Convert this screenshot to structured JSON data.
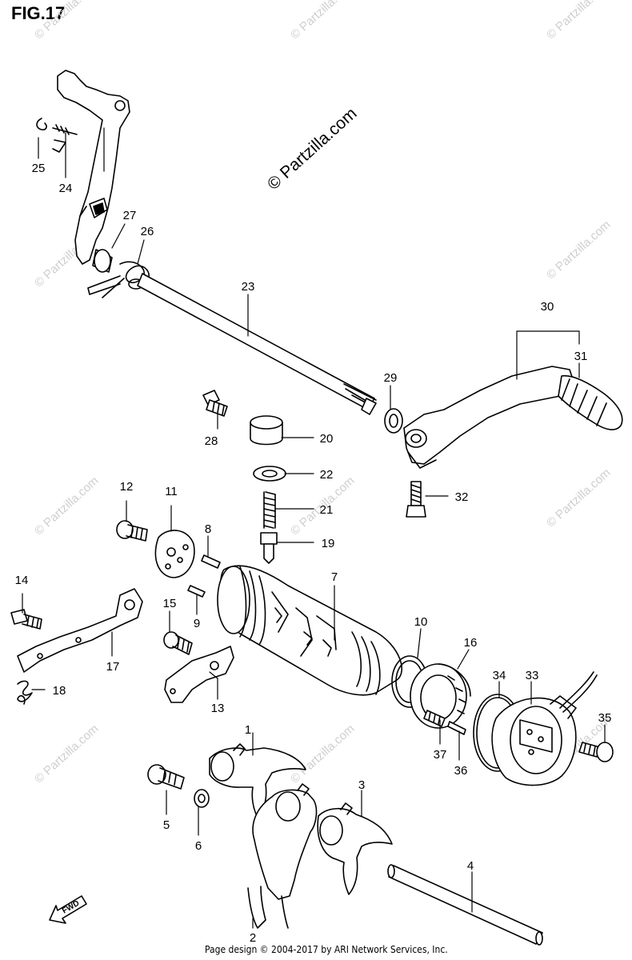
{
  "figure": {
    "title": "FIG.17",
    "watermark": "© Partzilla.com",
    "footer": "Page design © 2004-2017 by ARI Network Services, Inc.",
    "fwd_label": "FWD"
  },
  "parts": [
    {
      "num": "1"
    },
    {
      "num": "2"
    },
    {
      "num": "3"
    },
    {
      "num": "4"
    },
    {
      "num": "5"
    },
    {
      "num": "6"
    },
    {
      "num": "7"
    },
    {
      "num": "8"
    },
    {
      "num": "9"
    },
    {
      "num": "10"
    },
    {
      "num": "11"
    },
    {
      "num": "12"
    },
    {
      "num": "13"
    },
    {
      "num": "14"
    },
    {
      "num": "15"
    },
    {
      "num": "16"
    },
    {
      "num": "17"
    },
    {
      "num": "18"
    },
    {
      "num": "19"
    },
    {
      "num": "20"
    },
    {
      "num": "21"
    },
    {
      "num": "22"
    },
    {
      "num": "23"
    },
    {
      "num": "24"
    },
    {
      "num": "25"
    },
    {
      "num": "26"
    },
    {
      "num": "27"
    },
    {
      "num": "28"
    },
    {
      "num": "29"
    },
    {
      "num": "30"
    },
    {
      "num": "31"
    },
    {
      "num": "32"
    },
    {
      "num": "33"
    },
    {
      "num": "34"
    },
    {
      "num": "35"
    },
    {
      "num": "36"
    },
    {
      "num": "37"
    }
  ]
}
